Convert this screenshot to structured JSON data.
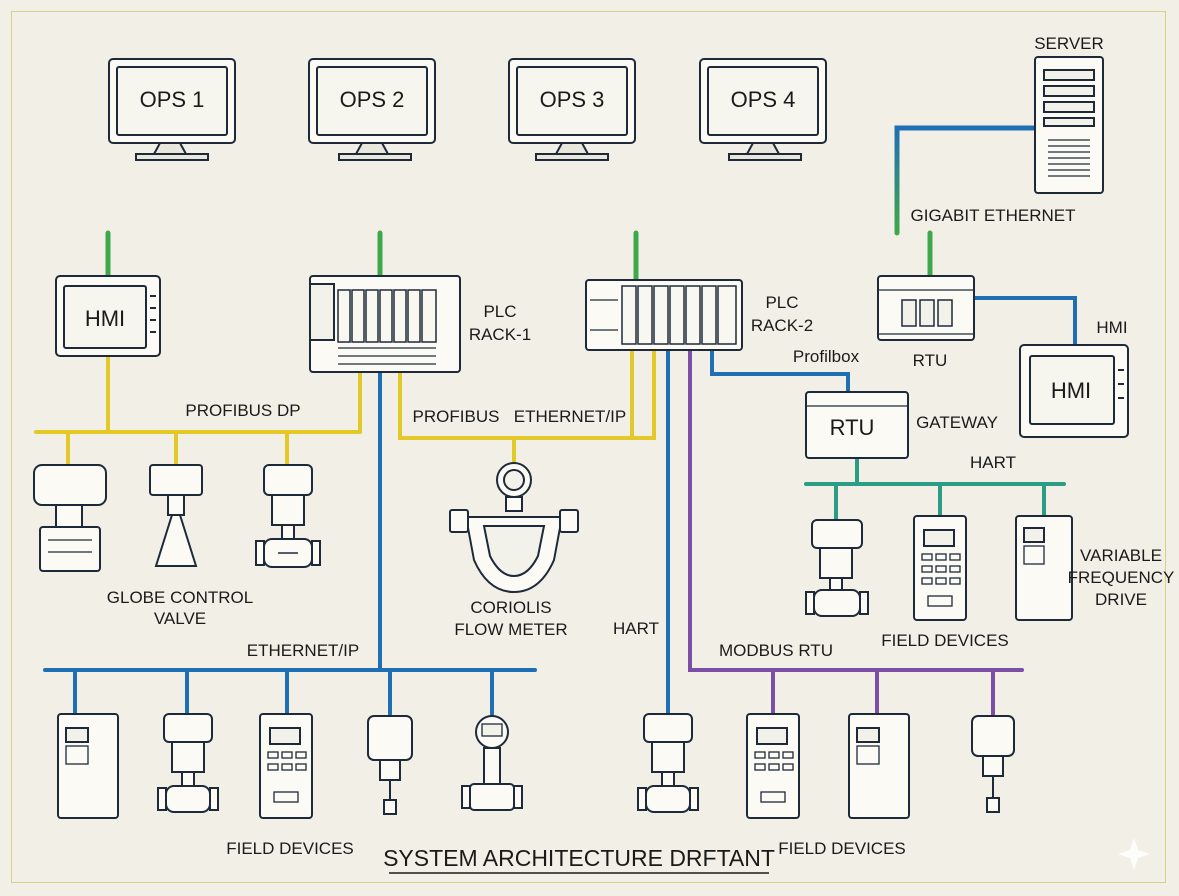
{
  "diagram": {
    "title": "SYSTEM ARCHITECTURE  DRFTANT",
    "stations": [
      "OPS 1",
      "OPS 2",
      "OPS 3",
      "OPS 4"
    ],
    "server": "SERVER",
    "gigabit": "GIGABIT ETHERNET",
    "hmi_left": "HMI",
    "hmi_right_screen": "HMI",
    "hmi_right_label": "HMI",
    "plc1_line1": "PLC",
    "plc1_line2": "RACK-1",
    "plc2_line1": "PLC",
    "plc2_line2": "RACK-2",
    "rtu_top": "RTU",
    "profilbox": "Profilbox",
    "rtu_gateway": "RTU",
    "gateway": "GATEWAY",
    "hart_top": "HART",
    "profibus_dp": "PROFIBUS DP",
    "profibus": "PROFIBUS",
    "ethernet_ip_mid": "ETHERNET/IP",
    "globe_1": "GLOBE CONTROL",
    "globe_2": "VALVE",
    "coriolis_1": "CORIOLIS",
    "coriolis_2": "FLOW METER",
    "vfd_1": "VARIABLE",
    "vfd_2": "FREQUENCY",
    "vfd_3": "DRIVE",
    "field_devices_right": "FIELD DEVICES",
    "ethernet_ip_bottom": "ETHERNET/IP",
    "hart_mid": "HART",
    "modbus": "MODBUS RTU",
    "field_devices_left": "FIELD DEVICES",
    "field_devices_bottom_right": "FIELD DEVICES"
  },
  "colors": {
    "ethernet_green": "#3fa84a",
    "link_blue": "#1f6fb5",
    "profibus_yellow": "#e2c928",
    "hart_teal": "#2a9d84",
    "modbus_purple": "#7b4fa6",
    "outline": "#1e2a3a"
  }
}
